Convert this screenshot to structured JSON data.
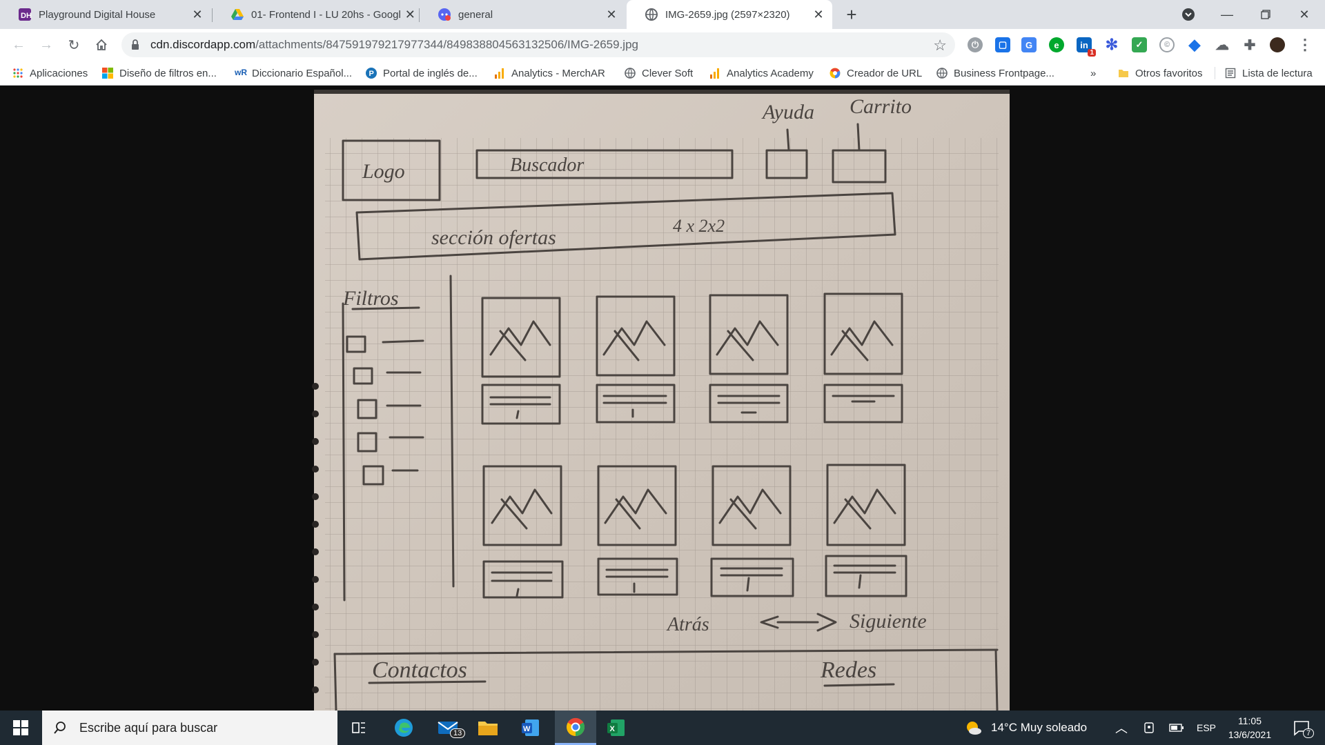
{
  "browser": {
    "tabs": [
      {
        "title": "Playground Digital House",
        "active": false,
        "icon": "dh-favicon"
      },
      {
        "title": "01- Frontend I - LU 20hs - Googl",
        "active": false,
        "icon": "google-drive-favicon"
      },
      {
        "title": "general",
        "active": false,
        "icon": "discord-favicon"
      },
      {
        "title": "IMG-2659.jpg (2597×2320)",
        "active": true,
        "icon": "globe-favicon"
      }
    ],
    "address": {
      "host": "cdn.discordapp.com",
      "path": "/attachments/847591979217977344/849838804563132506/IMG-2659.jpg"
    },
    "extensions": [
      "power-icon",
      "screen-reader-icon",
      "translate-icon",
      "evernote-icon",
      "linkedin-icon",
      "snowflake-icon",
      "checkmark-icon",
      "copy-icon",
      "diamond-icon",
      "cloud-icon",
      "puzzle-icon",
      "profile-avatar"
    ],
    "linkedin_badge": "1",
    "bookmarks": [
      {
        "label": "Aplicaciones",
        "icon": "apps-grid-icon"
      },
      {
        "label": "Diseño de filtros en...",
        "icon": "microsoft-icon"
      },
      {
        "label": "Diccionario Español...",
        "icon": "wordreference-icon"
      },
      {
        "label": "Portal de inglés de...",
        "icon": "p-icon"
      },
      {
        "label": "Analytics  - MerchAR",
        "icon": "analytics-icon"
      },
      {
        "label": "Clever Soft",
        "icon": "globe-icon"
      },
      {
        "label": "Analytics Academy",
        "icon": "analytics-icon"
      },
      {
        "label": "Creador de URL",
        "icon": "chrome-circle-icon"
      },
      {
        "label": "Business Frontpage...",
        "icon": "globe-icon"
      }
    ],
    "more_bookmarks": "»",
    "other_favorites": "Otros favoritos",
    "reading_list": "Lista de lectura"
  },
  "sketch": {
    "header_labels": {
      "help": "Ayuda",
      "cart": "Carrito"
    },
    "logo": "Logo",
    "search": "Buscador",
    "banner": "sección ofertas",
    "banner_note": "4 x 2x2",
    "filters_title": "Filtros",
    "pagination": {
      "prev": "Atrás",
      "next": "Siguiente"
    },
    "footer": {
      "left": "Contactos",
      "right": "Redes"
    }
  },
  "taskbar": {
    "search_placeholder": "Escribe aquí para buscar",
    "mail_badge": "13",
    "weather": "14°C  Muy soleado",
    "language": "ESP",
    "time": "11:05",
    "date": "13/6/2021",
    "notifications": "7"
  }
}
